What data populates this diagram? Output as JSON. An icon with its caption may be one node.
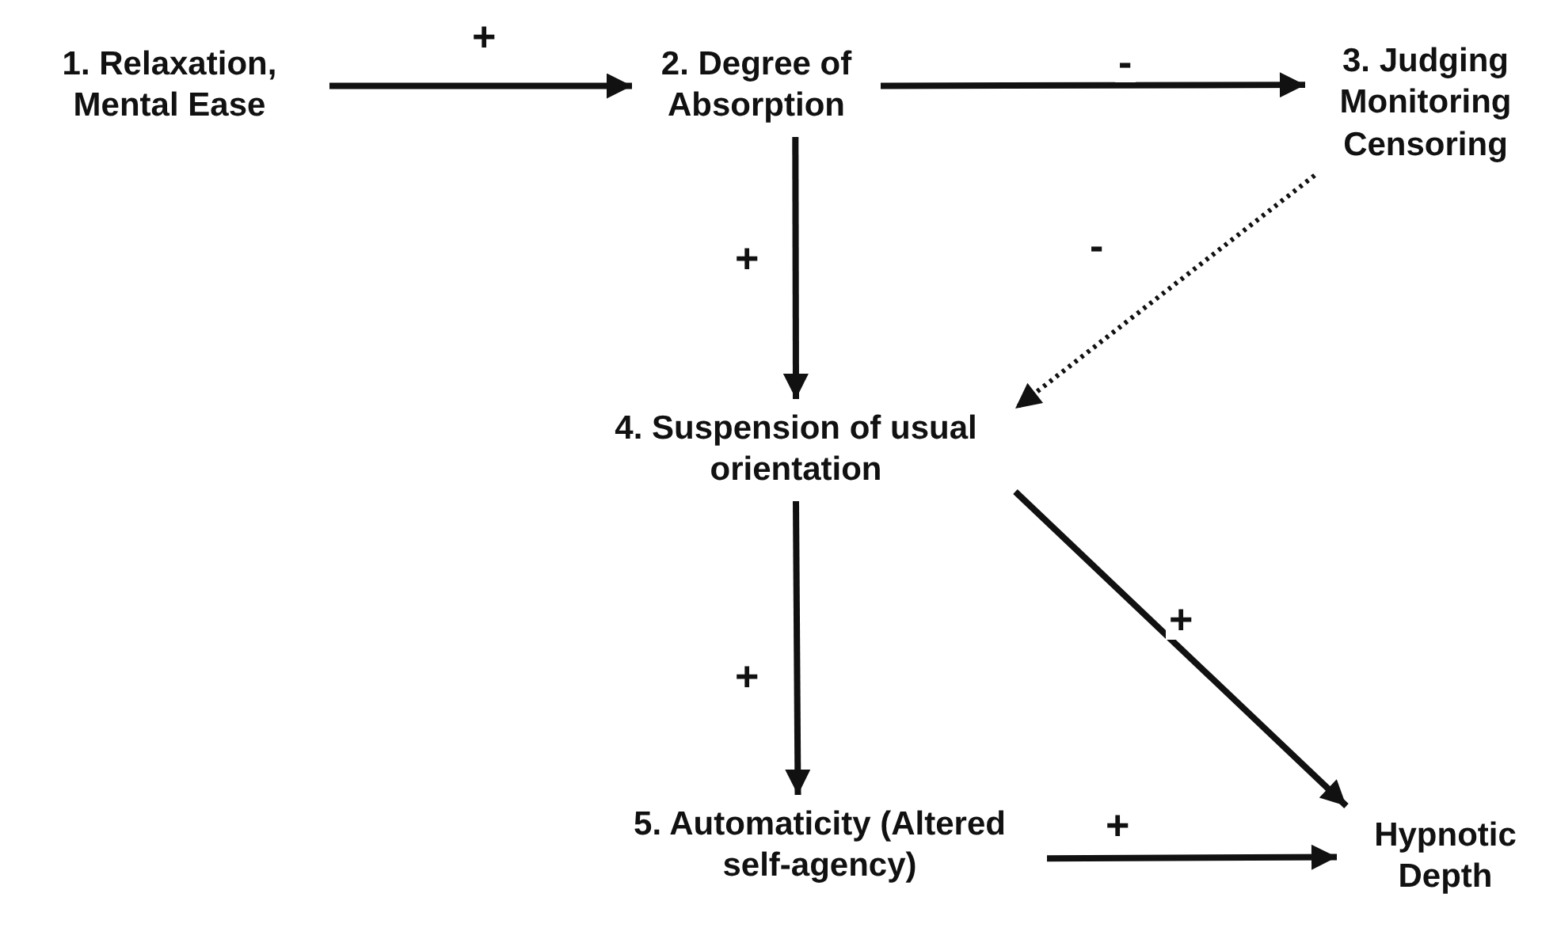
{
  "diagram": {
    "nodes": [
      {
        "text": [
          "1. Relaxation, Mental Ease"
        ]
      },
      {
        "text": [
          "2. Degree of Absorption"
        ]
      },
      {
        "text": [
          "3. Judging Monitoring Censoring"
        ]
      },
      {
        "text": [
          "4. Suspension of usual orientation"
        ]
      },
      {
        "text": [
          "5. Automaticity (Altered self-agency)"
        ]
      },
      {
        "text": [
          "Hypnotic Depth"
        ]
      }
    ],
    "edges": [
      {
        "from": 0,
        "to": 1,
        "arrow": "to",
        "label": "+"
      },
      {
        "from": 1,
        "to": 2,
        "arrow": "to",
        "label": "-"
      },
      {
        "from": 1,
        "to": 3,
        "arrow": "to",
        "label": "+"
      },
      {
        "from": 2,
        "to": 3,
        "arrow": "to",
        "label": "-",
        "style": "dashed"
      },
      {
        "from": 3,
        "to": 5,
        "arrow": "to",
        "label": "+"
      },
      {
        "from": 3,
        "to": 4,
        "arrow": "to",
        "label": "+"
      },
      {
        "from": 4,
        "to": 5,
        "arrow": "to",
        "label": "+"
      }
    ]
  }
}
